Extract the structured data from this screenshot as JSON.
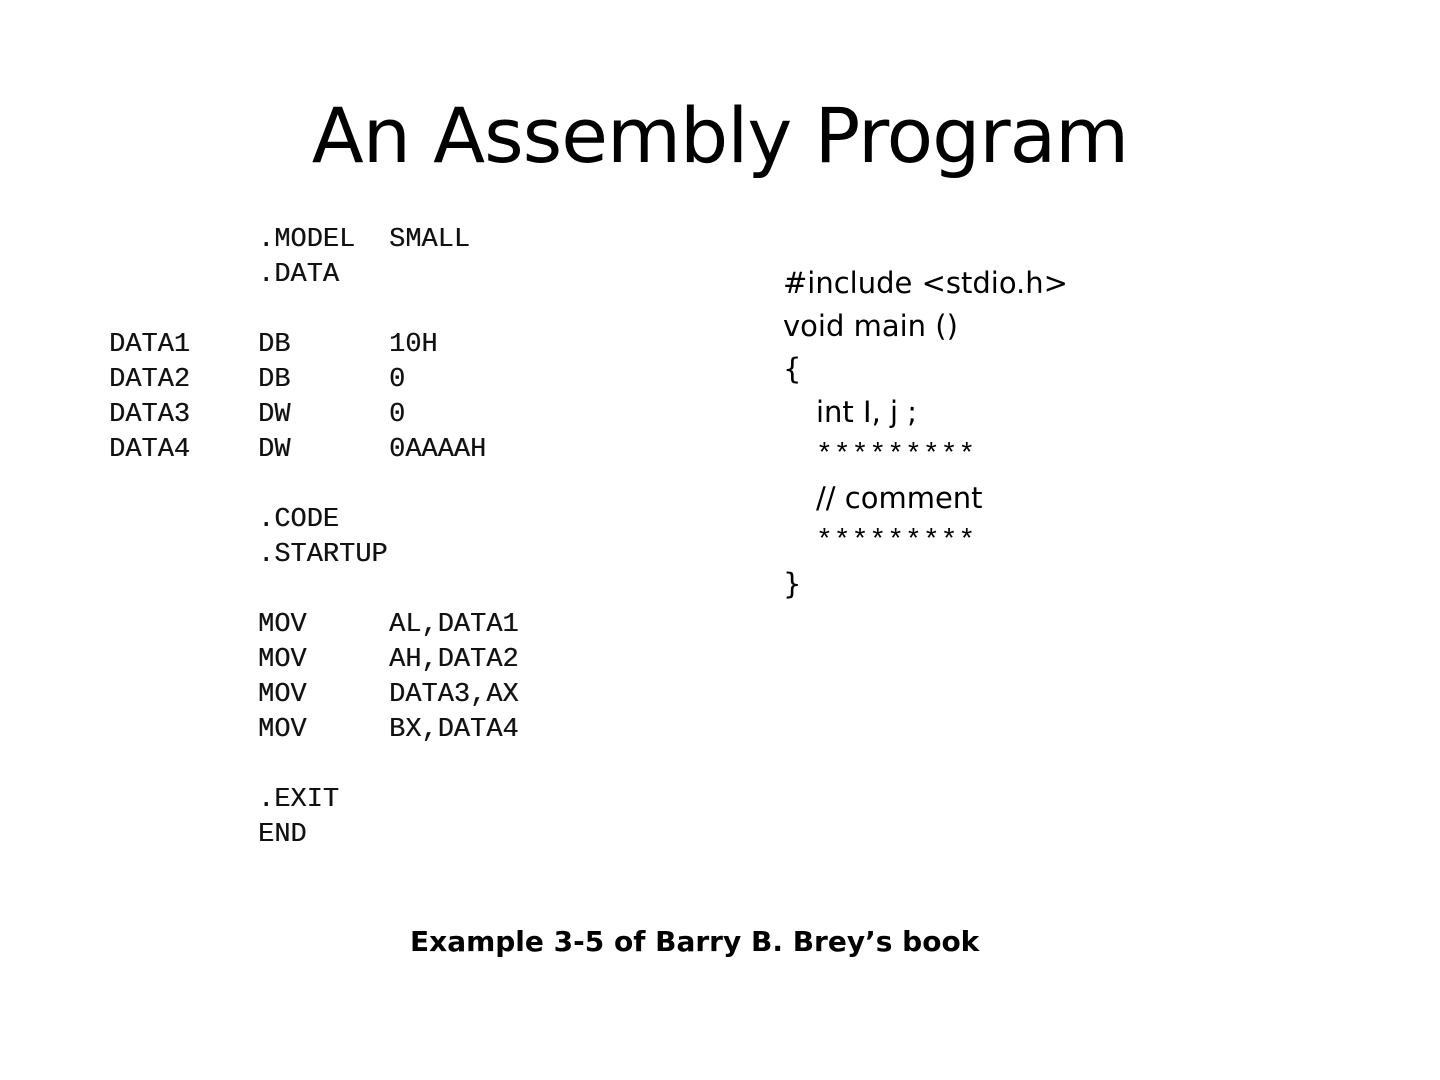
{
  "slide": {
    "title": "An Assembly Program",
    "caption": "Example 3-5 of Barry B. Brey’s book"
  },
  "asm": {
    "directives_top": [
      ".MODEL",
      ".DATA"
    ],
    "model_arg": "SMALL",
    "data_defs": [
      {
        "label": "DATA1",
        "op": "DB",
        "value": "10H"
      },
      {
        "label": "DATA2",
        "op": "DB",
        "value": "0"
      },
      {
        "label": "DATA3",
        "op": "DW",
        "value": "0"
      },
      {
        "label": "DATA4",
        "op": "DW",
        "value": "0AAAAH"
      }
    ],
    "code_directives": [
      ".CODE",
      ".STARTUP"
    ],
    "instructions": [
      {
        "op": "MOV",
        "args": "AL,DATA1"
      },
      {
        "op": "MOV",
        "args": "AH,DATA2"
      },
      {
        "op": "MOV",
        "args": "DATA3,AX"
      },
      {
        "op": "MOV",
        "args": "BX,DATA4"
      }
    ],
    "end_directives": [
      ".EXIT",
      "END"
    ]
  },
  "c_code": {
    "lines": [
      "#include <stdio.h>",
      "void main ()",
      "{",
      "int I, j ;",
      "*********",
      "// comment",
      "*********",
      "}"
    ]
  }
}
